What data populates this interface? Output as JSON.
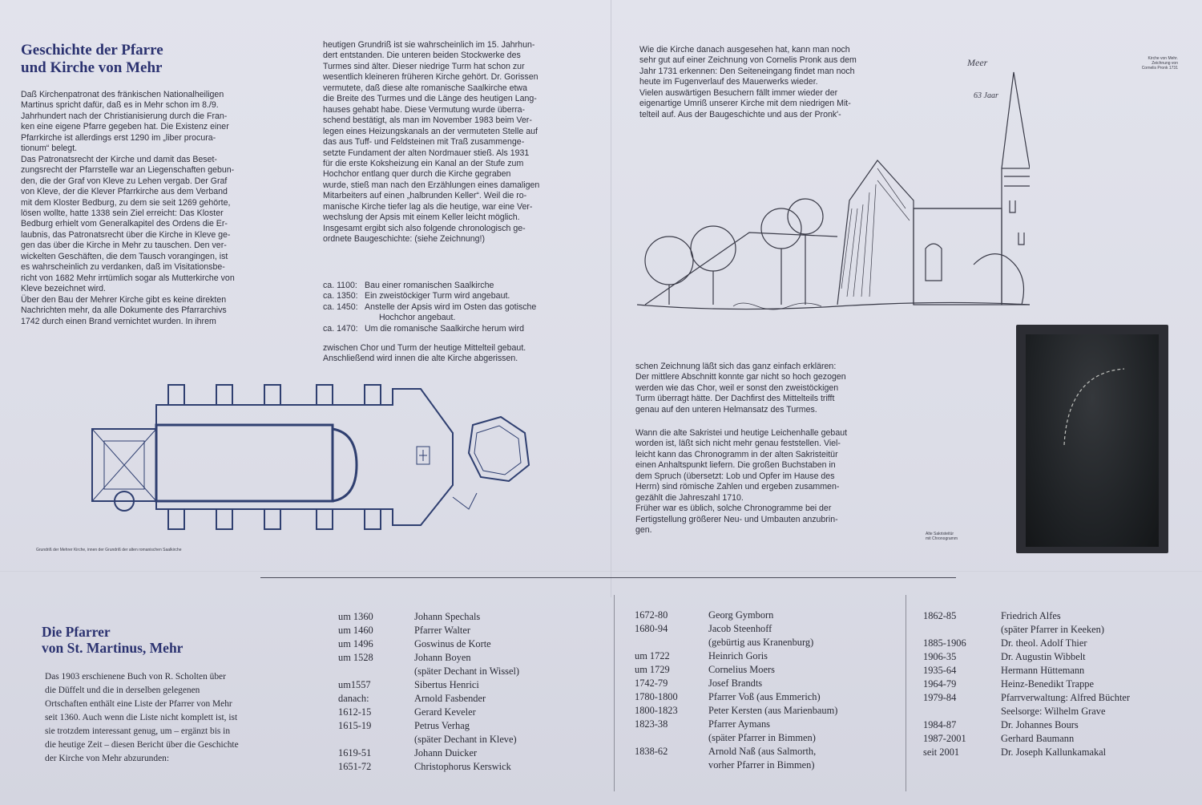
{
  "history": {
    "title_lines": [
      "Geschichte der Pfarre",
      "und Kirche von Mehr"
    ],
    "col1": [
      "Daß Kirchenpatronat des fränkischen Nationalheiligen",
      "Martinus spricht dafür, daß es in Mehr schon im 8./9.",
      "Jahrhundert nach der Christianisierung durch die Fran-",
      "ken eine eigene Pfarre gegeben hat. Die Existenz einer",
      "Pfarrkirche ist allerdings erst 1290 im „liber procura-",
      "tionum“ belegt.",
      "Das Patronatsrecht der Kirche und damit das Beset-",
      "zungsrecht der Pfarrstelle war an Liegenschaften gebun-",
      "den, die der Graf von Kleve zu Lehen vergab. Der Graf",
      "von Kleve, der die Klever Pfarrkirche aus dem Verband",
      "mit dem Kloster Bedburg, zu dem sie seit 1269 gehörte,",
      "lösen wollte, hatte 1338 sein Ziel erreicht: Das Kloster",
      "Bedburg erhielt vom Generalkapitel des Ordens die Er-",
      "laubnis, das Patronatsrecht über die Kirche in Kleve ge-",
      "gen das über die Kirche in Mehr zu tauschen. Den ver-",
      "wickelten Geschäften, die dem Tausch vorangingen, ist",
      "es wahrscheinlich zu verdanken, daß im Visitationsbe-",
      "richt von 1682 Mehr irrtümlich sogar als Mutterkirche von",
      "Kleve bezeichnet wird.",
      "Über den Bau der Mehrer Kirche gibt es keine direkten",
      "Nachrichten mehr, da alle Dokumente des Pfarrarchivs",
      "1742 durch einen Brand vernichtet wurden. In ihrem"
    ],
    "col2": [
      "heutigen Grundriß ist sie wahrscheinlich im 15. Jahrhun-",
      "dert entstanden. Die unteren beiden Stockwerke des",
      "Turmes sind älter. Dieser niedrige Turm hat schon zur",
      "wesentlich kleineren früheren Kirche gehört. Dr. Gorissen",
      "vermutete, daß diese alte romanische Saalkirche etwa",
      "die Breite des Turmes und die Länge des heutigen Lang-",
      "hauses gehabt habe. Diese Vermutung wurde überra-",
      "schend bestätigt, als man im November 1983 beim Ver-",
      "legen eines Heizungskanals an der vermuteten Stelle auf",
      "das aus Tuff- und Feldsteinen mit Traß zusammenge-",
      "setzte Fundament der alten Nordmauer stieß. Als 1931",
      "für die erste Koksheizung ein Kanal an der Stufe zum",
      "Hochchor entlang quer durch die Kirche gegraben",
      "wurde, stieß man nach den Erzählungen eines damaligen",
      "Mitarbeiters auf einen „halbrunden Keller“. Weil die ro-",
      "manische Kirche tiefer lag als die heutige, war eine Ver-",
      "wechslung der Apsis mit einem Keller leicht möglich.",
      "Insgesamt ergibt sich also folgende chronologisch ge-",
      "ordnete Baugeschichte: (siehe Zeichnung!)"
    ],
    "chronology": [
      {
        "date": "ca. 1100:",
        "lines": [
          "Bau einer romanischen Saalkirche"
        ]
      },
      {
        "date": "ca. 1350:",
        "lines": [
          "Ein zweistöckiger Turm wird angebaut."
        ]
      },
      {
        "date": "ca. 1450:",
        "lines": [
          "Anstelle der Apsis wird im Osten das gotische",
          "Hochchor angebaut."
        ]
      },
      {
        "date": "ca. 1470:",
        "lines": [
          "Um die romanische Saalkirche herum wird"
        ]
      }
    ],
    "col2_tail": [
      "zwischen Chor und Turm der heutige Mittelteil gebaut.",
      "Anschließend wird innen die alte Kirche abgerissen."
    ],
    "col3": [
      "Wie die Kirche danach ausgesehen hat, kann man noch",
      "sehr gut auf einer Zeichnung von Cornelis Pronk aus dem",
      "Jahr 1731 erkennen: Den Seiteneingang findet man noch",
      "heute im Fugenverlauf des Mauerwerks wieder.",
      "Vielen auswärtigen Besuchern fällt immer wieder der",
      "eigenartige Umriß unserer Kirche mit dem niedrigen Mit-",
      "telteil auf. Aus der Baugeschichte und aus der Pronk'-"
    ],
    "col3b": [
      "schen Zeichnung läßt sich das ganz einfach erklären:",
      "Der mittlere Abschnitt konnte gar nicht so hoch gezogen",
      "werden wie das Chor, weil er sonst den zweistöckigen",
      "Turm überragt hätte. Der Dachfirst des Mittelteils trifft",
      "genau auf den unteren Helmansatz des Turmes."
    ],
    "col3c": [
      "Wann die alte Sakristei und heutige Leichenhalle gebaut",
      "worden ist, läßt sich nicht mehr genau feststellen. Viel-",
      "leicht kann das Chronogramm in der alten Sakristeitür",
      "einen Anhaltspunkt liefern. Die großen Buchstaben in",
      "dem Spruch (übersetzt: Lob und Opfer im Hause des",
      "Herrn) sind römische Zahlen und ergeben zusammen-",
      "gezählt die Jahreszahl 1710.",
      "Früher war es üblich, solche Chronogramme bei der",
      "Fertigstellung größerer Neu- und Umbauten anzubrin-",
      "gen."
    ],
    "drawing_caption": [
      "Kirche von Mehr.",
      "Zeichnung von",
      "Cornelis Pronk 1731"
    ],
    "floorplan_caption": "Grundriß der Mehrer Kirche, innen der Grundriß der alten romanischen Saalkirche",
    "door_caption": [
      "Alte Sakristeitür",
      "mit Chronogramm"
    ],
    "sketch_labels": [
      "Meer",
      "63 Jaar"
    ]
  },
  "pastors": {
    "title_lines": [
      "Die Pfarrer",
      "von St. Martinus, Mehr"
    ],
    "intro": [
      "Das 1903 erschienene Buch von R. Scholten über",
      "die Düffelt und die in derselben gelegenen",
      "Ortschaften enthält eine Liste der Pfarrer von Mehr",
      "seit 1360. Auch wenn die Liste nicht komplett ist, ist",
      "sie trotzdem interessant genug, um – ergänzt bis in",
      "die heutige Zeit – diesen Bericht über die Geschichte",
      "der Kirche von Mehr abzurunden:"
    ],
    "list1": [
      {
        "year": "um 1360",
        "name": "Johann Spechals"
      },
      {
        "year": "um 1460",
        "name": "Pfarrer Walter"
      },
      {
        "year": "um 1496",
        "name": "Goswinus de Korte"
      },
      {
        "year": "um 1528",
        "name": "Johann Boyen"
      },
      {
        "year": "",
        "name": "(später Dechant in Wissel)"
      },
      {
        "year": "um1557",
        "name": "Sibertus Henrici"
      },
      {
        "year": "danach:",
        "name": "Arnold Fasbender"
      },
      {
        "year": "1612-15",
        "name": "Gerard Keveler"
      },
      {
        "year": "1615-19",
        "name": "Petrus Verhag"
      },
      {
        "year": "",
        "name": "(später Dechant in Kleve)"
      },
      {
        "year": "1619-51",
        "name": "Johann Duicker"
      },
      {
        "year": "1651-72",
        "name": "Christophorus Kerswick"
      }
    ],
    "list2": [
      {
        "year": "1672-80",
        "name": "Georg Gymborn"
      },
      {
        "year": "1680-94",
        "name": "Jacob Steenhoff"
      },
      {
        "year": "",
        "name": "(gebürtig aus Kranenburg)"
      },
      {
        "year": "um 1722",
        "name": "Heinrich Goris"
      },
      {
        "year": "um 1729",
        "name": "Cornelius Moers"
      },
      {
        "year": "1742-79",
        "name": "Josef Brandts"
      },
      {
        "year": "1780-1800",
        "name": "Pfarrer Voß (aus Emmerich)"
      },
      {
        "year": "1800-1823",
        "name": "Peter Kersten (aus Marienbaum)"
      },
      {
        "year": "1823-38",
        "name": "Pfarrer Aymans"
      },
      {
        "year": "",
        "name": "(später Pfarrer in Bimmen)"
      },
      {
        "year": "1838-62",
        "name": "Arnold Naß (aus Salmorth,"
      },
      {
        "year": "",
        "name": "vorher Pfarrer in Bimmen)"
      }
    ],
    "list3": [
      {
        "year": "1862-85",
        "name": "Friedrich Alfes"
      },
      {
        "year": "",
        "name": "(später Pfarrer in Keeken)"
      },
      {
        "year": "1885-1906",
        "name": "Dr. theol. Adolf Thier"
      },
      {
        "year": "1906-35",
        "name": "Dr. Augustin Wibbelt"
      },
      {
        "year": "1935-64",
        "name": "Hermann Hüttemann"
      },
      {
        "year": "1964-79",
        "name": "Heinz-Benedikt Trappe"
      },
      {
        "year": "1979-84",
        "name": "Pfarrverwaltung: Alfred Büchter"
      },
      {
        "year": "",
        "name": "Seelsorge: Wilhelm Grave"
      },
      {
        "year": "1984-87",
        "name": "Dr. Johannes Bours"
      },
      {
        "year": "1987-2001",
        "name": "Gerhard Baumann"
      },
      {
        "year": "seit 2001",
        "name": "Dr. Joseph Kallunkamakal"
      }
    ]
  },
  "colors": {
    "title": "#2b3270",
    "text": "#2f303d",
    "board": "#dcdde7",
    "door": "#2c2d33"
  }
}
